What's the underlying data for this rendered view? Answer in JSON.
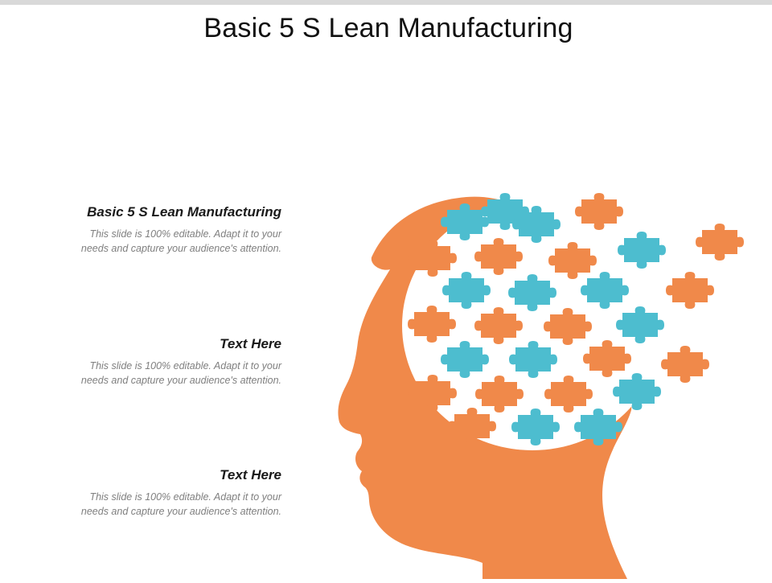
{
  "slide": {
    "title": "Basic 5 S Lean Manufacturing"
  },
  "blocks": [
    {
      "heading": "Basic 5 S Lean Manufacturing",
      "body_line1": "This slide is 100% editable.  Adapt it to your",
      "body_line2": "needs and capture your audience's attention."
    },
    {
      "heading": "Text Here",
      "body_line1": "This slide is 100% editable.  Adapt it to your",
      "body_line2": "needs and capture your audience's attention."
    },
    {
      "heading": "Text Here",
      "body_line1": "This slide is 100% editable.  Adapt it to your",
      "body_line2": "needs and capture your audience's attention."
    }
  ],
  "colors": {
    "orange": "#f0894a",
    "teal": "#4dbdcf",
    "top_bar": "#d9d9d9"
  },
  "graphic": {
    "icon": "head-with-puzzle-pieces-icon"
  }
}
